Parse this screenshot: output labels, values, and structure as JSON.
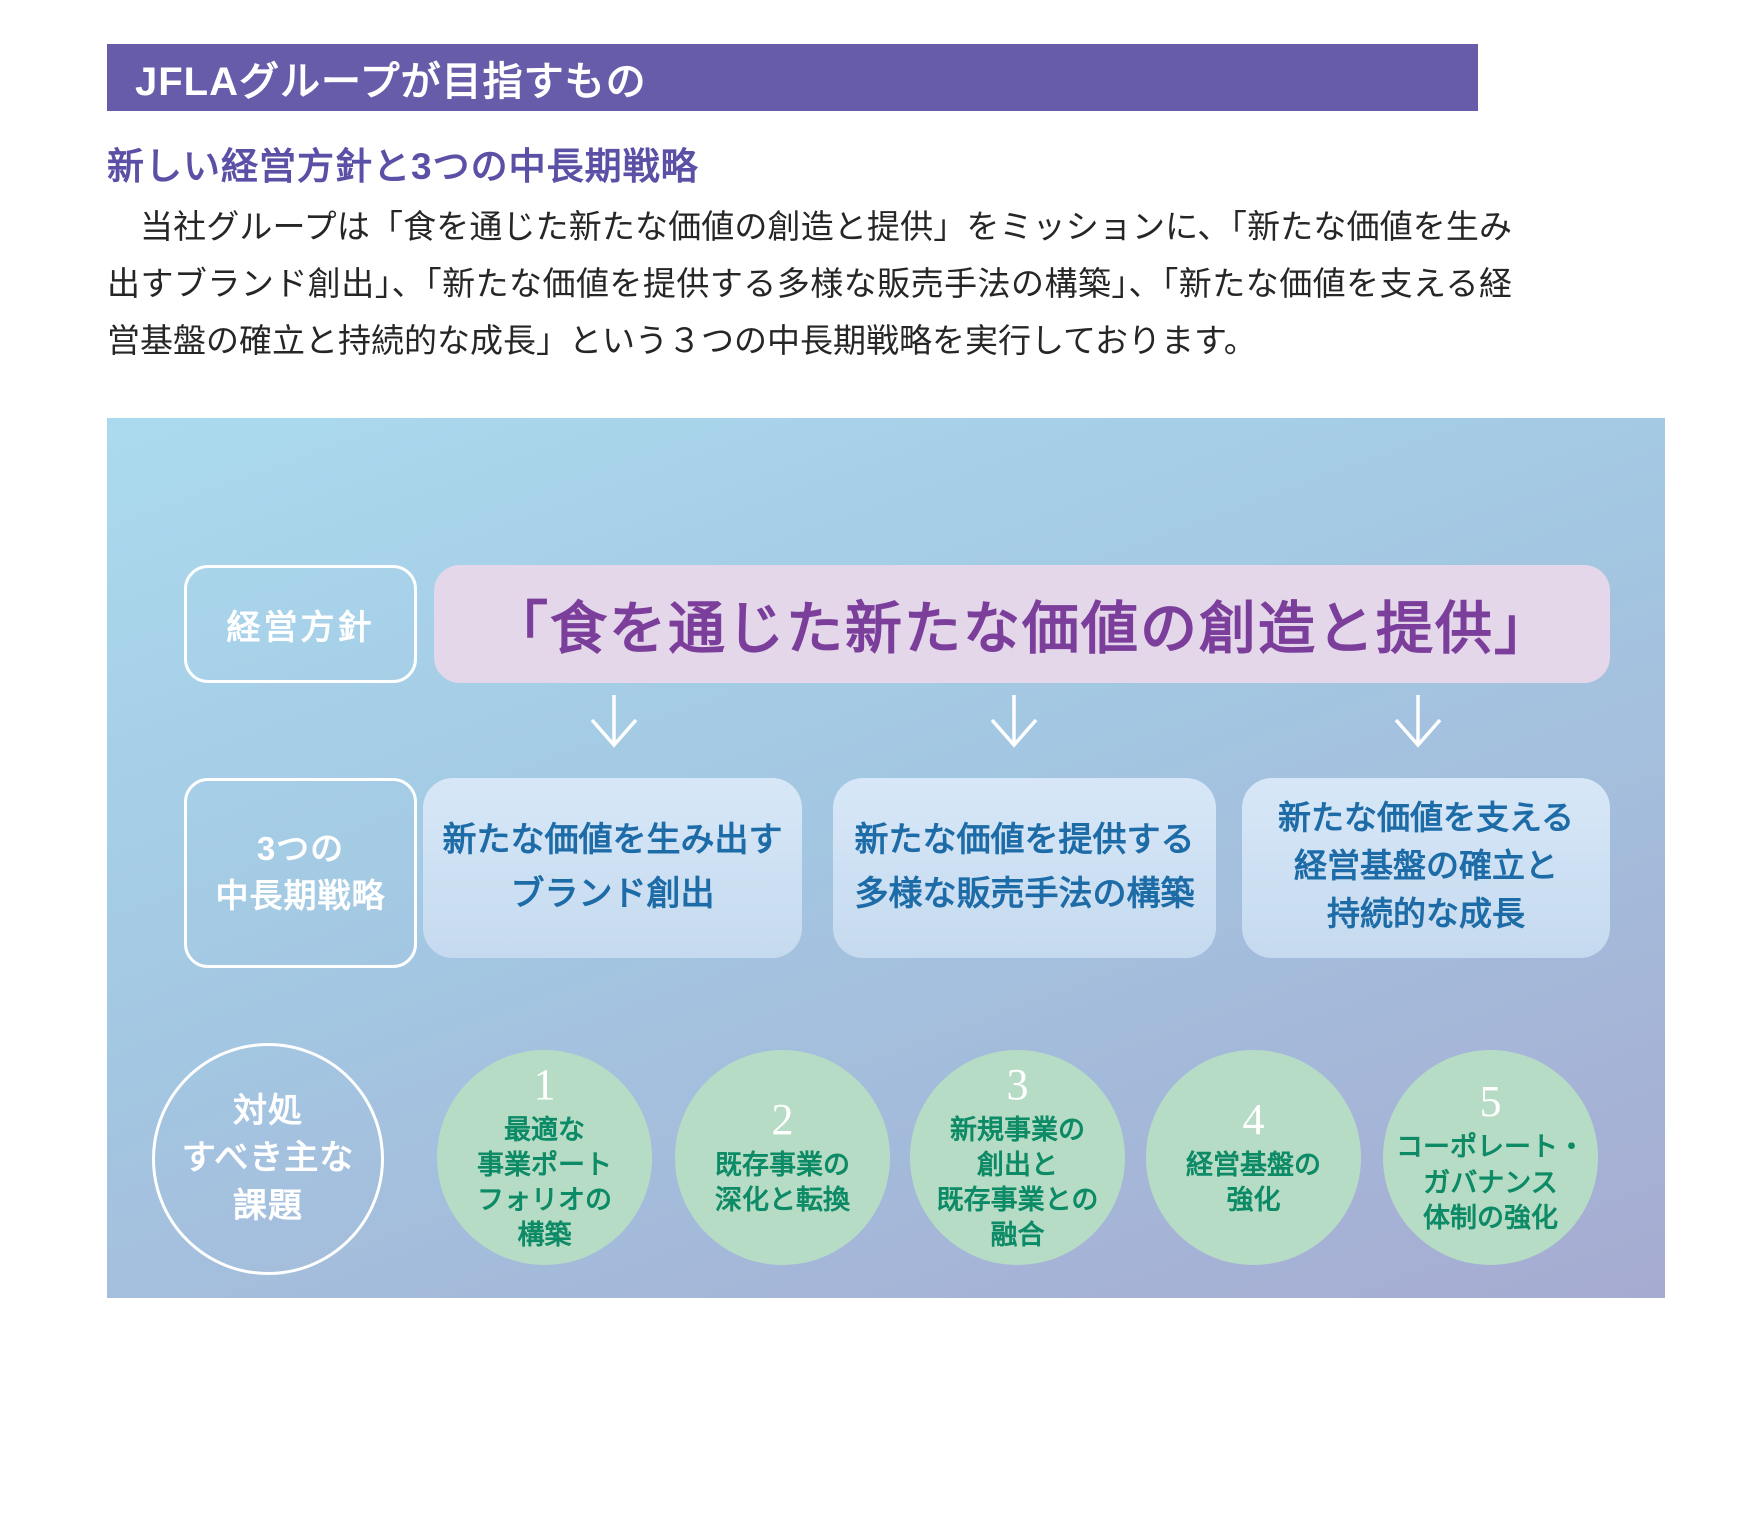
{
  "colors": {
    "header-bg": "#675caa",
    "subtitle-text": "#5a50a5",
    "body-text": "#262626",
    "diagram-grad-top": "#abdaee",
    "diagram-grad-mid": "#a3c7e2",
    "diagram-grad-bottom": "#a6abd1",
    "mission-bg": "#e3d7e9",
    "mission-text": "#7c3e9b",
    "strategy-box-bg": "#cde0f3",
    "strategy-text": "#1d6ca7",
    "challenge-circle-bg": "#b7dcc5",
    "challenge-text": "#0d8a66",
    "label-text": "#ffffff"
  },
  "header": {
    "title": "JFLAグループが目指すもの"
  },
  "intro": {
    "subtitle": "新しい経営方針と3つの中長期戦略",
    "paragraph": "当社グループは「食を通じた新たな価値の創造と提供」をミッションに、「新たな価値を生み出すブランド創出」、「新たな価値を提供する多様な販売手法の構築」、「新たな価値を支える経営基盤の確立と持続的な成長」という３つの中長期戦略を実行しております。"
  },
  "diagram": {
    "policy": {
      "label": "経営方針",
      "mission": "「食を通じた新たな価値の創造と提供」"
    },
    "strategies": {
      "label_line1": "3つの",
      "label_line2": "中長期戦略",
      "items": [
        {
          "lines": [
            "新たな価値を生み出す",
            "ブランド創出"
          ]
        },
        {
          "lines": [
            "新たな価値を提供する",
            "多様な販売手法の構築"
          ]
        },
        {
          "lines": [
            "新たな価値を支える",
            "経営基盤の確立と",
            "持続的な成長"
          ]
        }
      ]
    },
    "challenges": {
      "label_line1": "対処",
      "label_line2": "すべき主な",
      "label_line3": "課題",
      "items": [
        {
          "number": "1",
          "lines": [
            "最適な",
            "事業ポート",
            "フォリオの",
            "構築"
          ]
        },
        {
          "number": "2",
          "lines": [
            "既存事業の",
            "深化と転換"
          ]
        },
        {
          "number": "3",
          "lines": [
            "新規事業の",
            "創出と",
            "既存事業との",
            "融合"
          ]
        },
        {
          "number": "4",
          "lines": [
            "経営基盤の",
            "強化"
          ]
        },
        {
          "number": "5",
          "lines": [
            "コーポレート・",
            "ガバナンス",
            "体制の強化"
          ]
        }
      ]
    }
  }
}
